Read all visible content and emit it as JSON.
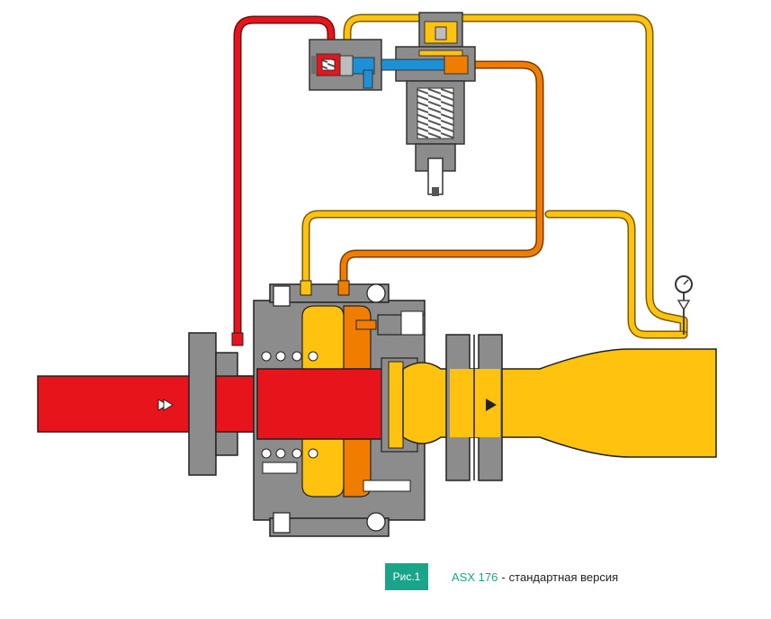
{
  "colors": {
    "high_pressure": "#e8141c",
    "low_pressure": "#ffc20e",
    "pilot_outlet": "#f07d00",
    "pilot_loading": "#1e90d6",
    "body": "#8c8c8c",
    "body_dark": "#6e6e6e",
    "accent": "#1aa58a"
  },
  "icons": {
    "inlet_arrow": "double-arrow-right-icon",
    "outlet_arrow": "arrow-right-icon",
    "gauge": "pressure-gauge-icon"
  },
  "caption": {
    "figure_label": "Рис.1",
    "model": "ASX 176",
    "separator": "-",
    "description": "стандартная версия"
  }
}
